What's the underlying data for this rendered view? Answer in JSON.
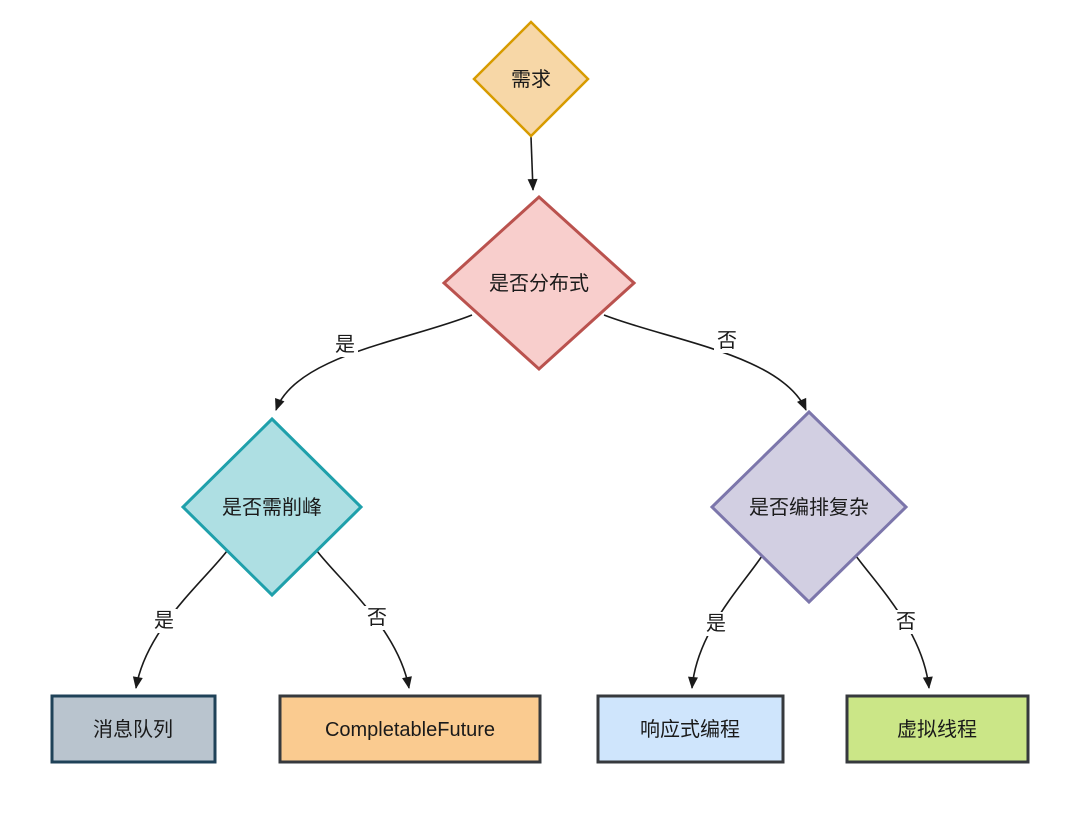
{
  "diagram": {
    "type": "flowchart-decision-tree",
    "background_color": "#ffffff",
    "edge_color": "#1a1a1a",
    "nodes": [
      {
        "id": "requirement",
        "label": "需求",
        "shape": "diamond",
        "fill": "#F7D7A7",
        "stroke": "#D79B00"
      },
      {
        "id": "is-distributed",
        "label": "是否分布式",
        "shape": "diamond",
        "fill": "#F8CECC",
        "stroke": "#BA524E"
      },
      {
        "id": "need-peak-shaving",
        "label": "是否需削峰",
        "shape": "diamond",
        "fill": "#AEDFE3",
        "stroke": "#1FA0AB"
      },
      {
        "id": "is-orchestration-complex",
        "label": "是否编排复杂",
        "shape": "diamond",
        "fill": "#D2CFE2",
        "stroke": "#7C76AB"
      },
      {
        "id": "message-queue",
        "label": "消息队列",
        "shape": "rect",
        "fill": "#B9C4CE",
        "stroke": "#1F4258"
      },
      {
        "id": "completable-future",
        "label": "CompletableFuture",
        "shape": "rect",
        "fill": "#FACB90",
        "stroke": "#36393D"
      },
      {
        "id": "reactive-programming",
        "label": "响应式编程",
        "shape": "rect",
        "fill": "#CFE5FC",
        "stroke": "#36393D"
      },
      {
        "id": "virtual-threads",
        "label": "虚拟线程",
        "shape": "rect",
        "fill": "#CBE687",
        "stroke": "#36393D"
      }
    ],
    "edges": [
      {
        "from": "requirement",
        "to": "is-distributed",
        "label": ""
      },
      {
        "from": "is-distributed",
        "to": "need-peak-shaving",
        "label": "是"
      },
      {
        "from": "is-distributed",
        "to": "is-orchestration-complex",
        "label": "否"
      },
      {
        "from": "need-peak-shaving",
        "to": "message-queue",
        "label": "是"
      },
      {
        "from": "need-peak-shaving",
        "to": "completable-future",
        "label": "否"
      },
      {
        "from": "is-orchestration-complex",
        "to": "reactive-programming",
        "label": "是"
      },
      {
        "from": "is-orchestration-complex",
        "to": "virtual-threads",
        "label": "否"
      }
    ]
  }
}
